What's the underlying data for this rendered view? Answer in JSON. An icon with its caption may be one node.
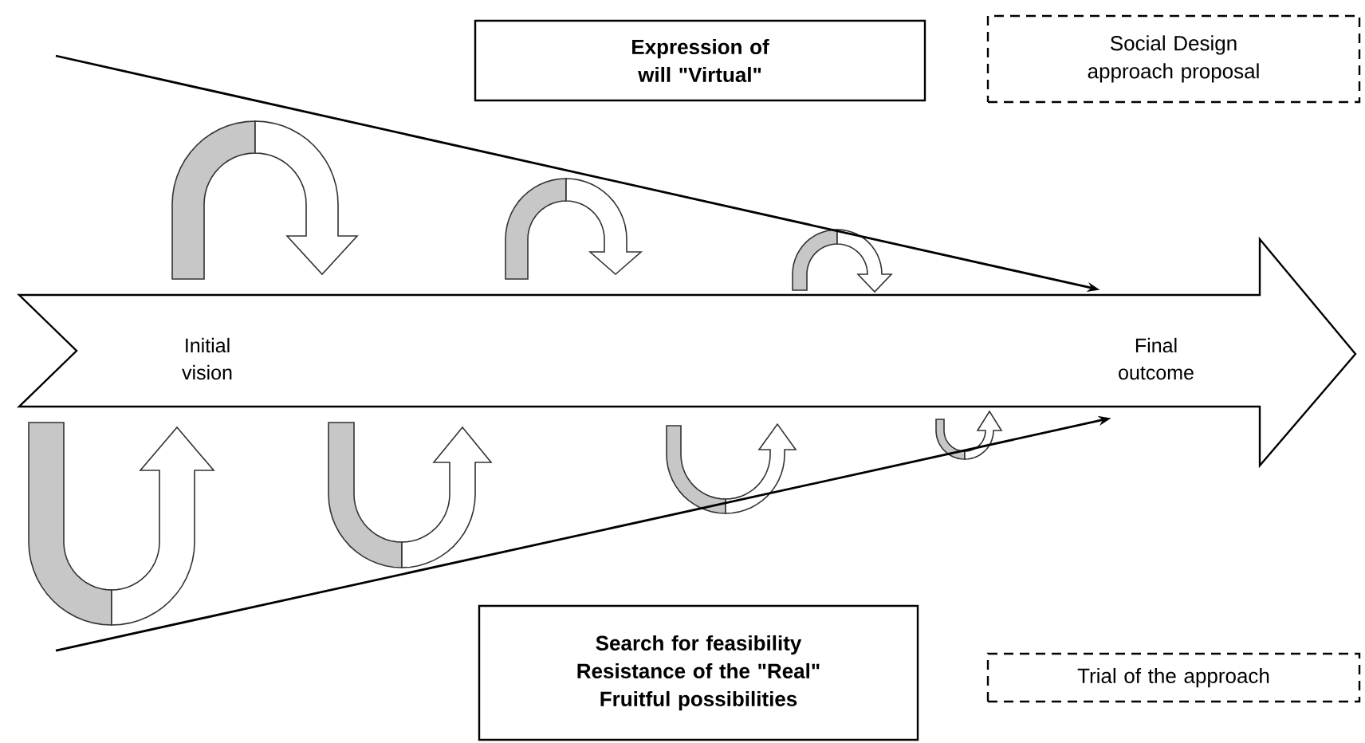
{
  "diagram": {
    "nodes": [
      {
        "text": [
          "Expression of will \"Virtual\""
        ]
      },
      {
        "text": [
          "Social Design approach proposal"
        ]
      },
      {
        "text": [
          "Initial vision",
          "Final outcome"
        ]
      },
      {
        "text": [
          "Search for feasibility",
          "Resistance of the \"Real\"",
          "Fruitful possibilities"
        ]
      },
      {
        "text": [
          "Trial of the approach"
        ]
      }
    ],
    "edges": [
      {
        "from": null,
        "to": 2,
        "arrow": "to"
      },
      {
        "from": null,
        "to": 2,
        "arrow": "to"
      }
    ]
  }
}
